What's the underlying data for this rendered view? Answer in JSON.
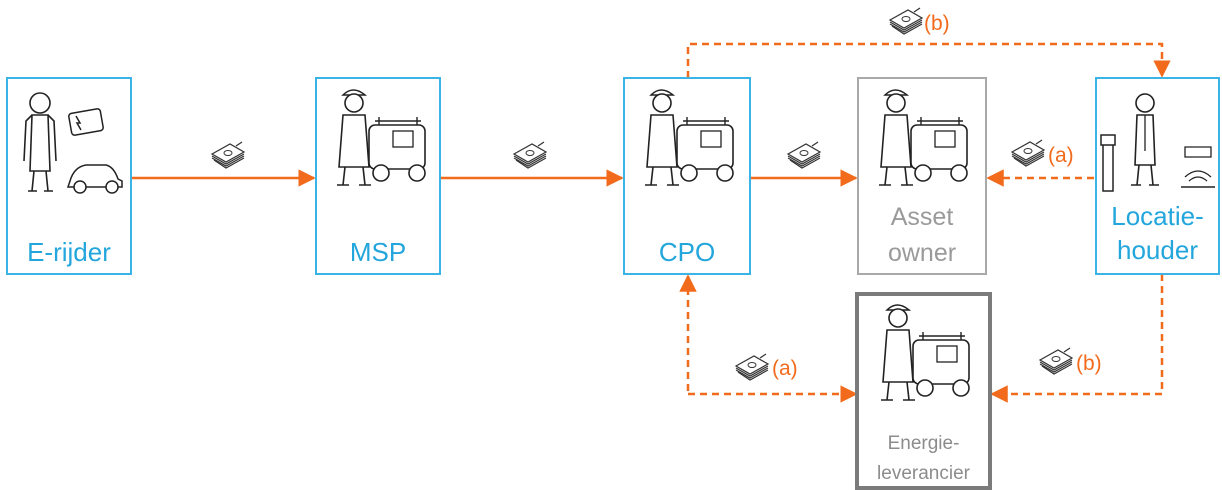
{
  "nodes": {
    "erijder": {
      "label": "E-rijder"
    },
    "msp": {
      "label": "MSP"
    },
    "cpo": {
      "label": "CPO"
    },
    "asset_owner": {
      "label_line1": "Asset",
      "label_line2": "owner"
    },
    "locatiehouder": {
      "label_line1": "Locatie-",
      "label_line2": "houder"
    },
    "energieleverancier": {
      "label_line1": "Energie-",
      "label_line2": "leverancier"
    }
  },
  "flow_tags": {
    "top_b": "(b)",
    "asset_a": "(a)",
    "energie_a": "(a)",
    "energie_b": "(b)"
  },
  "colors": {
    "node_border": "#3ab4e6",
    "node_text": "#23a6dc",
    "flow": "#f26a1b",
    "muted_border": "#a9a9a9",
    "supplier_border": "#7b7b7b"
  },
  "icons": {
    "payment": "banknote-stack-icon",
    "person": "person-icon",
    "worker": "worker-with-van-icon"
  }
}
